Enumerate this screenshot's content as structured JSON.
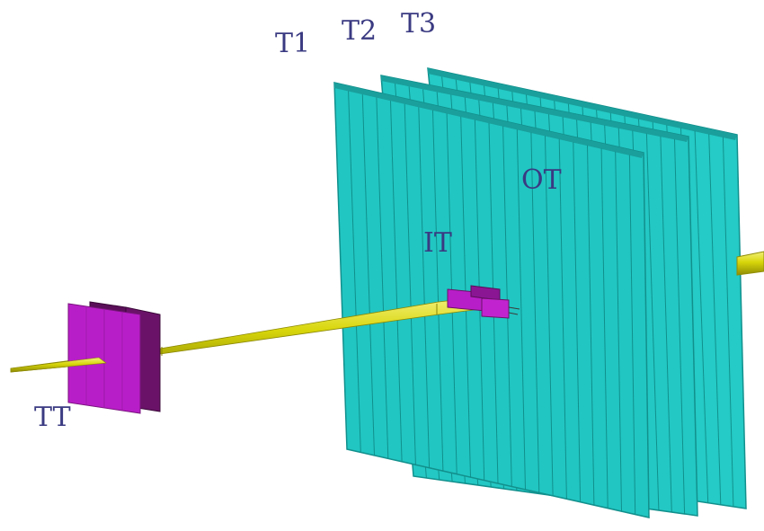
{
  "labels": {
    "t1": "T1",
    "t2": "T2",
    "t3": "T3",
    "ot": "OT",
    "it": "IT",
    "tt": "TT"
  },
  "colors": {
    "outer_tracker": "#21c6c2",
    "outer_tracker_edge": "#12908d",
    "magenta_detector": "#b81ec8",
    "magenta_dark": "#6a1268",
    "beam_pipe": "#d8d60a",
    "label_text": "#3a3a82"
  }
}
